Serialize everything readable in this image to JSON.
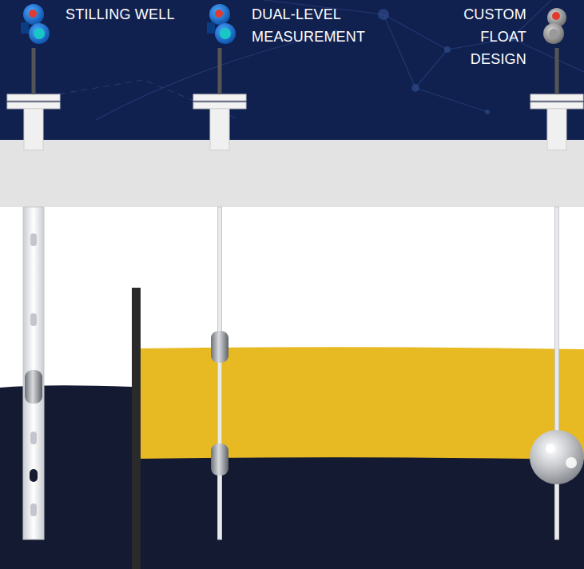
{
  "diagram": {
    "labels": [
      "STILLING WELL",
      "DUAL-LEVEL MEASUREMENT",
      "CUSTOM FLOAT DESIGN"
    ]
  }
}
